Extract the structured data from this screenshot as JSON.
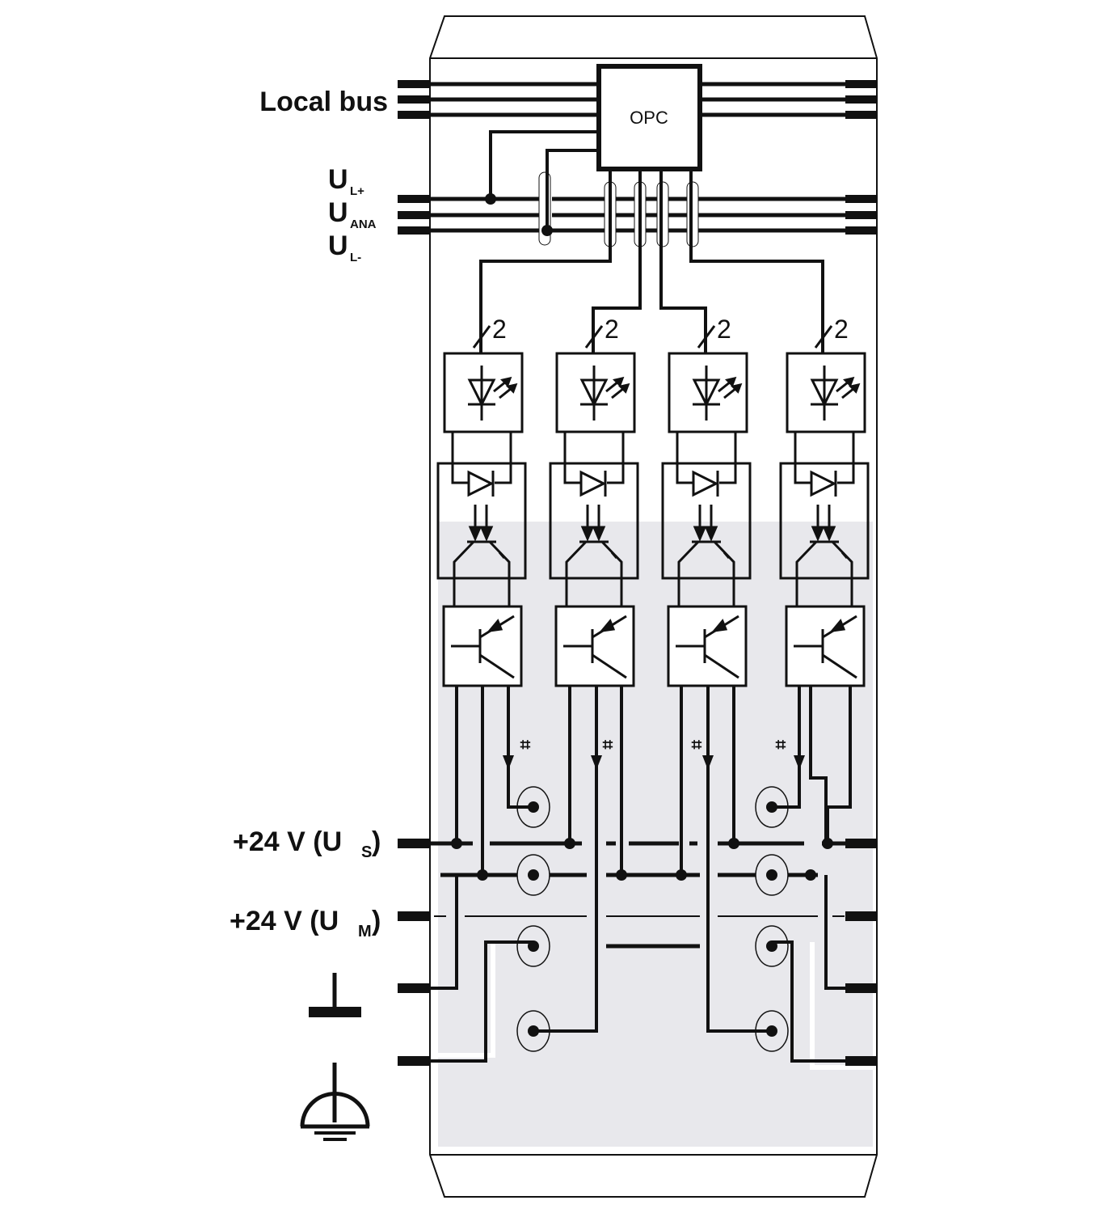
{
  "labels": {
    "local_bus": "Local bus",
    "ul_plus_main": "U",
    "ul_plus_sub": "L+",
    "uana_main": "U",
    "uana_sub": "ANA",
    "ul_minus_main": "U",
    "ul_minus_sub": "L-",
    "us_prefix": "+24 V (U",
    "us_sub": "S",
    "us_suffix": ")",
    "um_prefix": "+24 V (U",
    "um_sub": "M",
    "um_suffix": ")"
  },
  "opc": {
    "label": "OPC"
  },
  "channels": [
    {
      "bus_width": "2",
      "fuse_symbol": "⌗"
    },
    {
      "bus_width": "2",
      "fuse_symbol": "⌗"
    },
    {
      "bus_width": "2",
      "fuse_symbol": "⌗"
    },
    {
      "bus_width": "2",
      "fuse_symbol": "⌗"
    }
  ],
  "colors": {
    "line": "#111111",
    "module_fill": "#ffffff",
    "shaded_area": "#e8e8ec"
  },
  "icons": {
    "ground_symbol": "ground-icon",
    "protective_earth_symbol": "protective-earth-icon",
    "led_symbol": "led-icon",
    "optocoupler_symbol": "optocoupler-icon",
    "transistor_symbol": "transistor-icon",
    "fuse_symbol": "fuse-icon",
    "terminal_symbol": "terminal-icon"
  }
}
